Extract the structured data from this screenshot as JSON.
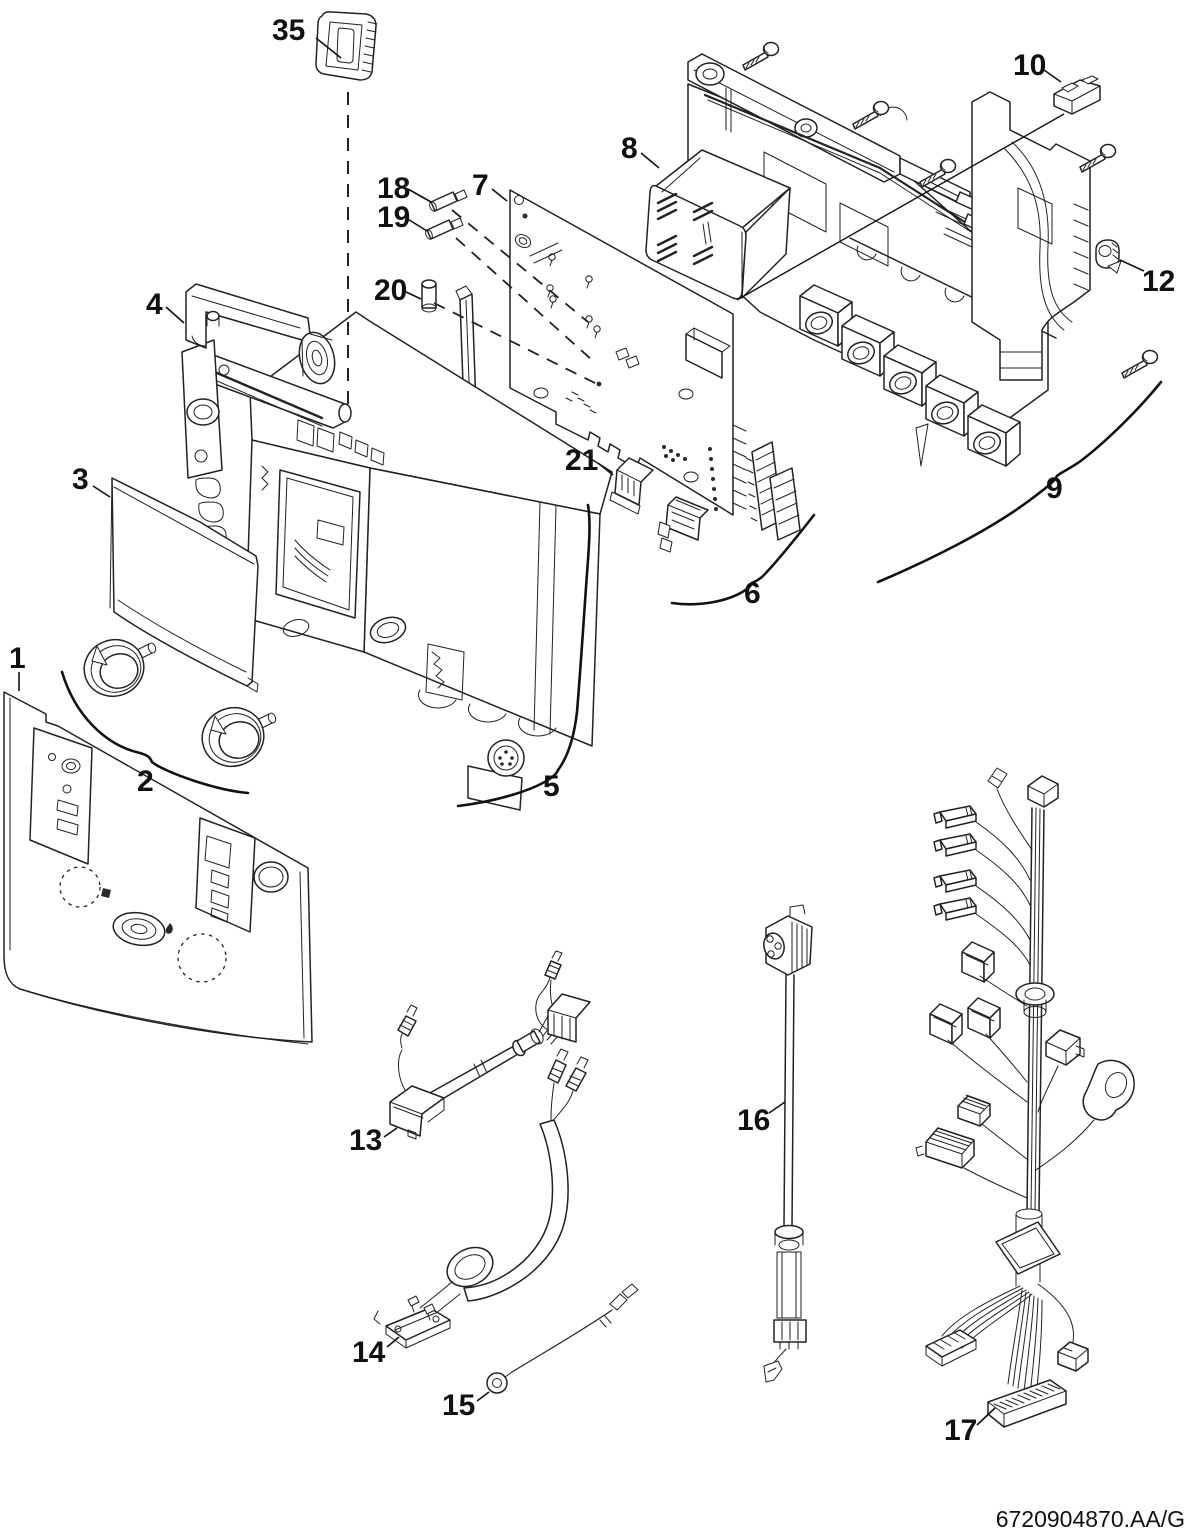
{
  "diagram": {
    "type": "exploded-parts-diagram",
    "doc_number": "6720904870.AA/G",
    "colors": {
      "line": "#222222",
      "background": "#ffffff"
    },
    "callouts": {
      "n1": {
        "text": "1"
      },
      "n2": {
        "text": "2"
      },
      "n3": {
        "text": "3"
      },
      "n4": {
        "text": "4"
      },
      "n5": {
        "text": "5"
      },
      "n6": {
        "text": "6"
      },
      "n7": {
        "text": "7"
      },
      "n8": {
        "text": "8"
      },
      "n9": {
        "text": "9"
      },
      "n10": {
        "text": "10"
      },
      "n12": {
        "text": "12"
      },
      "n13": {
        "text": "13"
      },
      "n14": {
        "text": "14"
      },
      "n15": {
        "text": "15"
      },
      "n16": {
        "text": "16"
      },
      "n17": {
        "text": "17"
      },
      "n18": {
        "text": "18"
      },
      "n19": {
        "text": "19"
      },
      "n20": {
        "text": "20"
      },
      "n21": {
        "text": "21"
      },
      "n35": {
        "text": "35"
      }
    }
  }
}
